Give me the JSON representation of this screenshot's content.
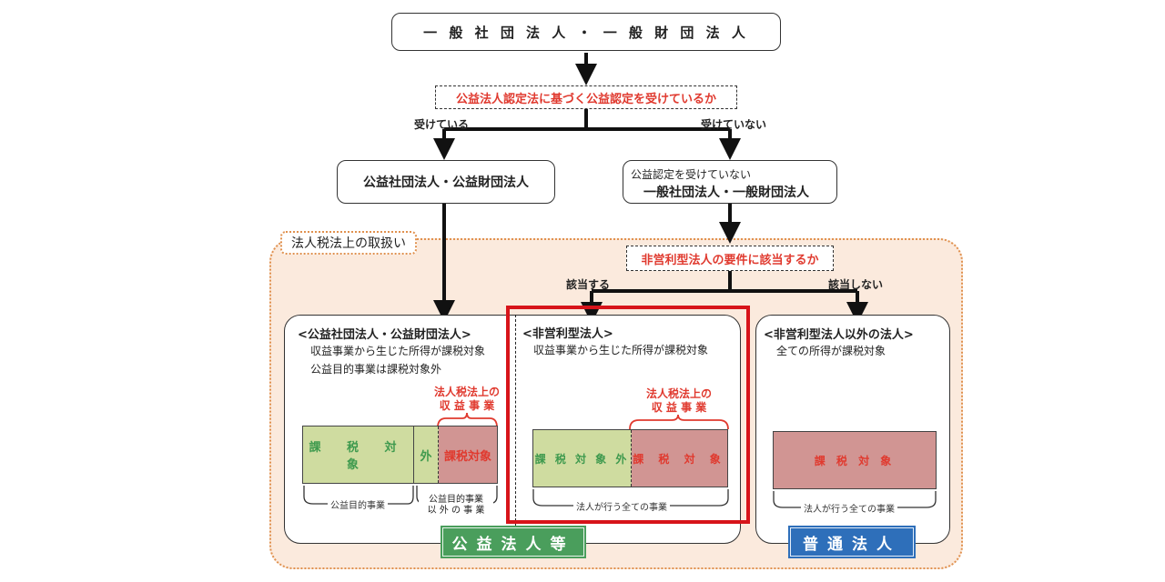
{
  "top_node": "一 般 社 団 法 人 ・ 一 般 財 団 法 人",
  "question1": "公益法人認定法に基づく公益認定を受けているか",
  "branch_yes1": "受けている",
  "branch_no1": "受けていない",
  "node_public": "公益社団法人・公益財団法人",
  "node_general_line1": "公益認定を受けていない",
  "node_general_line2": "一般社団法人・一般財団法人",
  "tax_section_label": "法人税法上の取扱い",
  "question2": "非営利型法人の要件に該当するか",
  "branch_yes2": "該当する",
  "branch_no2": "該当しない",
  "panel_public": {
    "title": "<公益社団法人・公益財団法人>",
    "desc1": "収益事業から生じた所得が課税対象",
    "desc2": "公益目的事業は課税対象外",
    "revenue_label1": "法人税法上の",
    "revenue_label2": "収 益 事 業",
    "bar_nontaxable": "課 税 対 象",
    "bar_nontaxable_suffix": "外",
    "bar_taxable": "課税対象",
    "brace_left": "公益目的事業",
    "brace_right1": "公益目的事業",
    "brace_right2": "以 外 の 事 業"
  },
  "panel_nonprofit": {
    "title": "<非営利型法人>",
    "desc1": "収益事業から生じた所得が課税対象",
    "revenue_label1": "法人税法上の",
    "revenue_label2": "収 益 事 業",
    "bar_nontaxable": "課 税 対 象 外",
    "bar_taxable": "課 税 対 象",
    "brace": "法人が行う全ての事業"
  },
  "panel_other": {
    "title": "<非営利型法人以外の法人>",
    "desc1": "全ての所得が課税対象",
    "bar_taxable": "課 税 対 象",
    "brace": "法人が行う全ての事業"
  },
  "tag_public": "公益法人等",
  "tag_ordinary": "普通法人",
  "colors": {
    "accent_red": "#e03a2f",
    "highlight_frame": "#d7141a",
    "nontaxable_fill": "#cfdca0",
    "taxable_fill": "#d19593",
    "tag_green": "#4a9e5c",
    "tag_blue": "#2e6fba",
    "section_bg": "#fbeadd",
    "section_border": "#e0914f"
  }
}
